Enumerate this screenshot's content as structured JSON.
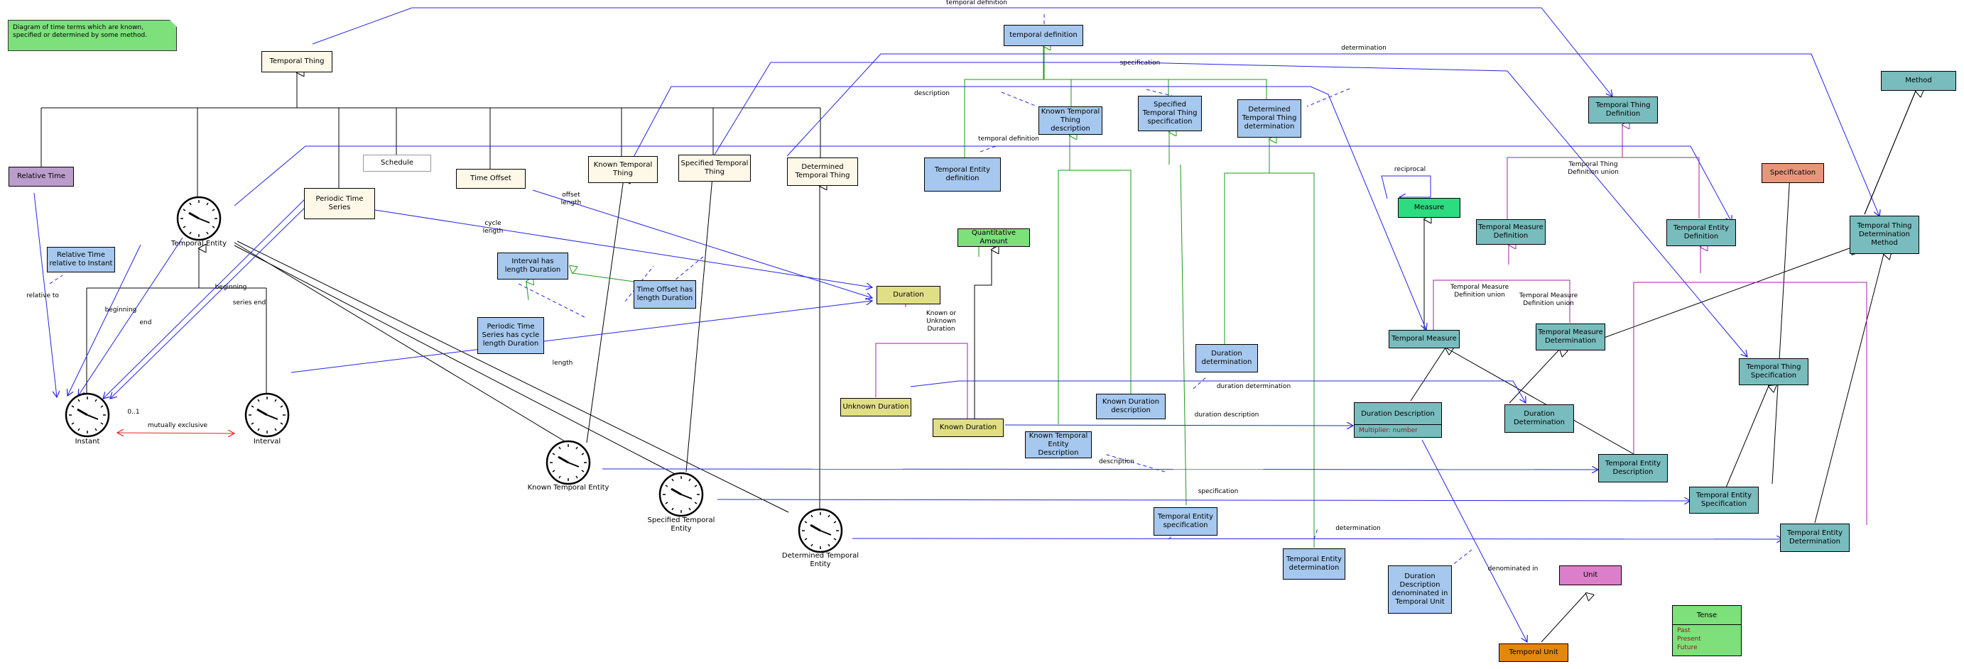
{
  "note": {
    "text": "Diagram of time terms which are known, specified or determined by some method."
  },
  "concepts": {
    "temporal_thing": "Temporal Thing",
    "relative_time": "Relative Time",
    "relative_time_relative_to_instant": "Relative Time relative to Instant",
    "schedule": "Schedule",
    "periodic_time_series": "Periodic Time Series",
    "time_offset": "Time Offset",
    "known_temporal_thing": "Known Temporal Thing",
    "specified_temporal_thing": "Specified Temporal Thing",
    "determined_temporal_thing": "Determined Temporal Thing",
    "temporal_definition": "temporal definition",
    "known_temporal_thing_description": "Known Temporal Thing description",
    "specified_temporal_thing_specification": "Specified Temporal Thing specification",
    "determined_temporal_thing_determination": "Determined Temporal Thing determination",
    "temporal_entity_definition": "Temporal Entity definition",
    "interval_has_length_duration": "Interval has length Duration",
    "periodic_time_series_has_cycle_length_duration": "Periodic Time Series has cycle length Duration",
    "time_offset_has_length_duration": "Time Offset has length Duration",
    "quantitative_amount": "Quantitative Amount",
    "duration": "Duration",
    "unknown_duration": "Unknown Duration",
    "known_duration": "Known Duration",
    "known_duration_description": "Known Duration description",
    "known_temporal_entity_description": "Known Temporal Entity Description",
    "duration_determination_small": "Duration determination",
    "temporal_entity_specification_small": "Temporal Entity specification",
    "temporal_entity_determination_small": "Temporal Entity determination",
    "measure": "Measure",
    "temporal_measure": "Temporal Measure",
    "duration_description": "Duration Description",
    "duration_description_attr": "Multiplier: number",
    "duration_description_denominated": "Duration Description denominated in Temporal Unit",
    "temporal_unit": "Temporal Unit",
    "unit": "Unit",
    "duration_determination": "Duration Determination",
    "temporal_measure_definition": "Temporal Measure Definition",
    "temporal_measure_determination": "Temporal Measure Determination",
    "temporal_thing_definition": "Temporal Thing Definition",
    "temporal_entity_definition_teal": "Temporal Entity Definition",
    "temporal_entity_description": "Temporal Entity Description",
    "temporal_entity_specification": "Temporal Entity Specification",
    "temporal_entity_determination": "Temporal Entity Determination",
    "temporal_thing_specification": "Temporal Thing Specification",
    "temporal_thing_determination_method": "Temporal Thing Determination Method",
    "method": "Method",
    "specification": "Specification",
    "tense": "Tense",
    "tense_values": [
      "Past",
      "Present",
      "Future"
    ]
  },
  "clocks": {
    "temporal_entity": "Temporal Entity",
    "instant": "Instant",
    "interval": "Interval",
    "known_temporal_entity": "Known Temporal Entity",
    "specified_temporal_entity": "Specified Temporal Entity",
    "determined_temporal_entity": "Determined Temporal Entity"
  },
  "relations": {
    "temporal_definition_top": "temporal definition",
    "determination_top": "determination",
    "specification_top": "specification",
    "description_top": "description",
    "temporal_definition_mid": "temporal definition",
    "reciprocal": "reciprocal",
    "temporal_thing_definition_union": "Temporal Thing Definition union",
    "offset_length": "offset length",
    "cycle_length": "cycle length",
    "relative_to": "relative to",
    "beginning_left": "beginning",
    "end": "end",
    "beginning_right": "beginning",
    "series_end": "series end",
    "length": "length",
    "zero_one": "0..1",
    "mutually_exclusive": "mutually exclusive",
    "known_or_unknown_duration": "Known or Unknown Duration",
    "temporal_measure_definition_union_1": "Temporal Measure Definition union",
    "temporal_measure_definition_union_2": "Temporal Measure Definition union",
    "duration_determination_rel": "duration determination",
    "duration_description_rel": "duration description",
    "description_bottom": "description",
    "specification_bottom": "specification",
    "determination_bottom": "determination",
    "denominated_in": "denominated in"
  }
}
